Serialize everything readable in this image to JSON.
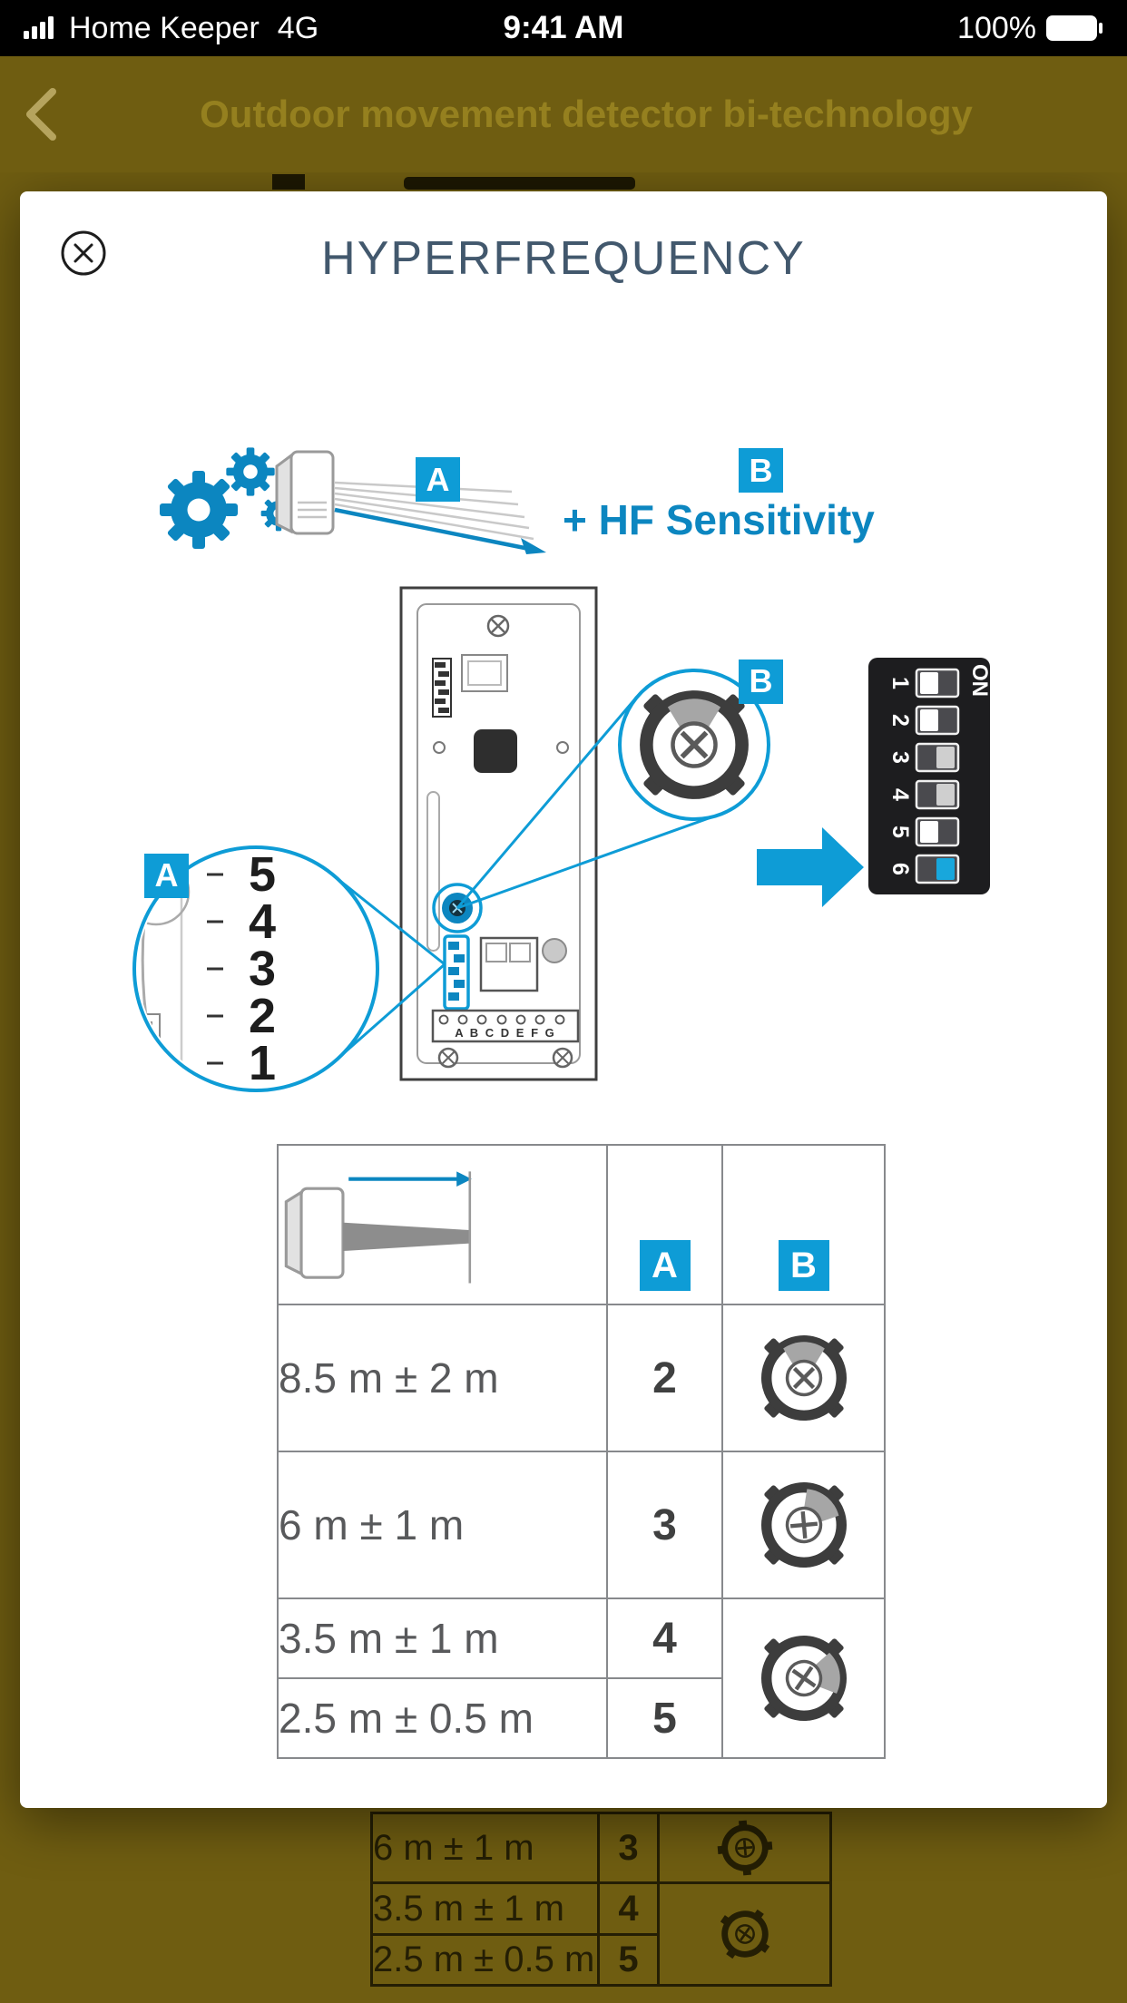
{
  "status_bar": {
    "carrier": "Home Keeper",
    "network": "4G",
    "time": "9:41 AM",
    "battery_percent": "100%"
  },
  "nav": {
    "title": "Outdoor movement detector bi-technology"
  },
  "modal": {
    "title": "HYPERFREQUENCY",
    "legend": {
      "label_a": "A",
      "label_b": "B",
      "sensitivity_text": "+ HF Sensitivity"
    },
    "diagram": {
      "label_a": "A",
      "label_b": "B",
      "dip_switch": {
        "on_label": "ON",
        "positions": [
          "1",
          "2",
          "3",
          "4",
          "5",
          "6"
        ]
      },
      "scale_numbers": [
        "5",
        "4",
        "3",
        "2",
        "1"
      ],
      "connector_letters": "A B C D E F G"
    },
    "table": {
      "header_a": "A",
      "header_b": "B",
      "rows": [
        {
          "distance": "8.5 m ± 2 m",
          "dip": "2"
        },
        {
          "distance": "6 m ± 1 m",
          "dip": "3"
        },
        {
          "distance": "3.5 m ± 1 m",
          "dip": "4"
        },
        {
          "distance": "2.5 m ± 0.5 m",
          "dip": "5"
        }
      ]
    }
  },
  "background_page": {
    "table_rows": [
      {
        "distance": "6 m ± 1 m",
        "dip": "3"
      },
      {
        "distance": "3.5 m ± 1 m",
        "dip": "4"
      },
      {
        "distance": "2.5 m ± 0.5 m",
        "dip": "5"
      }
    ]
  },
  "colors": {
    "accent_blue": "#0e9cd6",
    "diagram_blue": "#0c86c0",
    "title_blue_gray": "#42586d",
    "nav_background": "#6f5d11",
    "status_bar_background": "#000000"
  },
  "icons": {
    "signal": "signal-bars",
    "battery": "battery-full",
    "back": "chevron-left",
    "close": "circle-x",
    "gears": "settings-gears",
    "arrow": "thick-right-arrow"
  }
}
